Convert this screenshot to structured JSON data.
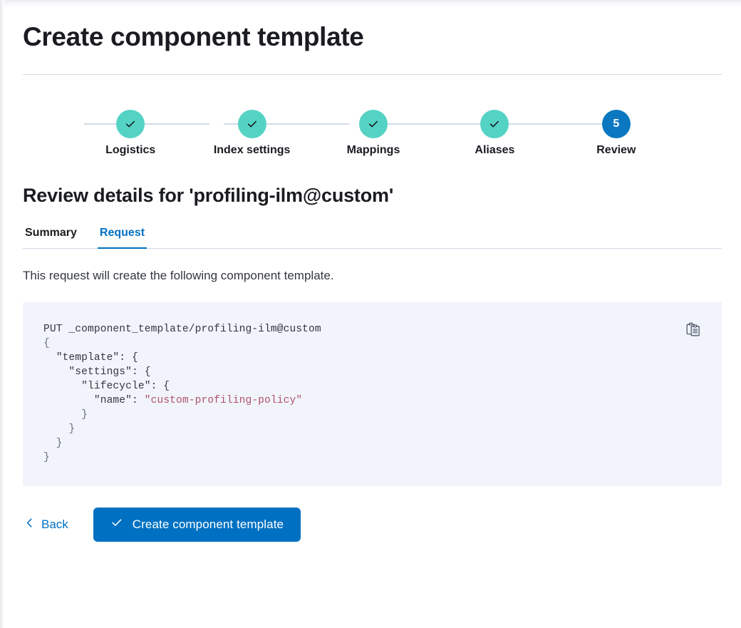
{
  "page": {
    "title": "Create component template"
  },
  "stepper": {
    "steps": [
      {
        "label": "Logistics",
        "state": "complete",
        "indicator": "check"
      },
      {
        "label": "Index settings",
        "state": "complete",
        "indicator": "check"
      },
      {
        "label": "Mappings",
        "state": "complete",
        "indicator": "check"
      },
      {
        "label": "Aliases",
        "state": "complete",
        "indicator": "check"
      },
      {
        "label": "Review",
        "state": "current",
        "indicator": "5"
      }
    ],
    "complete_color": "#54d3c5",
    "current_color": "#0b77c0",
    "connector_color": "#d3dae6"
  },
  "review": {
    "heading": "Review details for 'profiling-ilm@custom'",
    "tabs": [
      {
        "label": "Summary",
        "active": false
      },
      {
        "label": "Request",
        "active": true
      }
    ],
    "description": "This request will create the following component template.",
    "accent_color": "#0071c2"
  },
  "code": {
    "method_and_path": "PUT _component_template/profiling-ilm@custom",
    "lines": [
      "{",
      "  \"template\": {",
      "    \"settings\": {",
      "      \"lifecycle\": {",
      "        \"name\": \"custom-profiling-policy\"",
      "      }",
      "    }",
      "  }",
      "}"
    ],
    "body_json": {
      "template": {
        "settings": {
          "lifecycle": {
            "name": "custom-profiling-policy"
          }
        }
      }
    },
    "string_color": "#b0516d",
    "background_color": "#f1f4fa",
    "copy_icon": "copy-clipboard-icon"
  },
  "actions": {
    "back_label": "Back",
    "back_icon": "chevron-left-icon",
    "submit_label": "Create component template",
    "submit_icon": "check-icon",
    "submit_color": "#0071c2"
  }
}
